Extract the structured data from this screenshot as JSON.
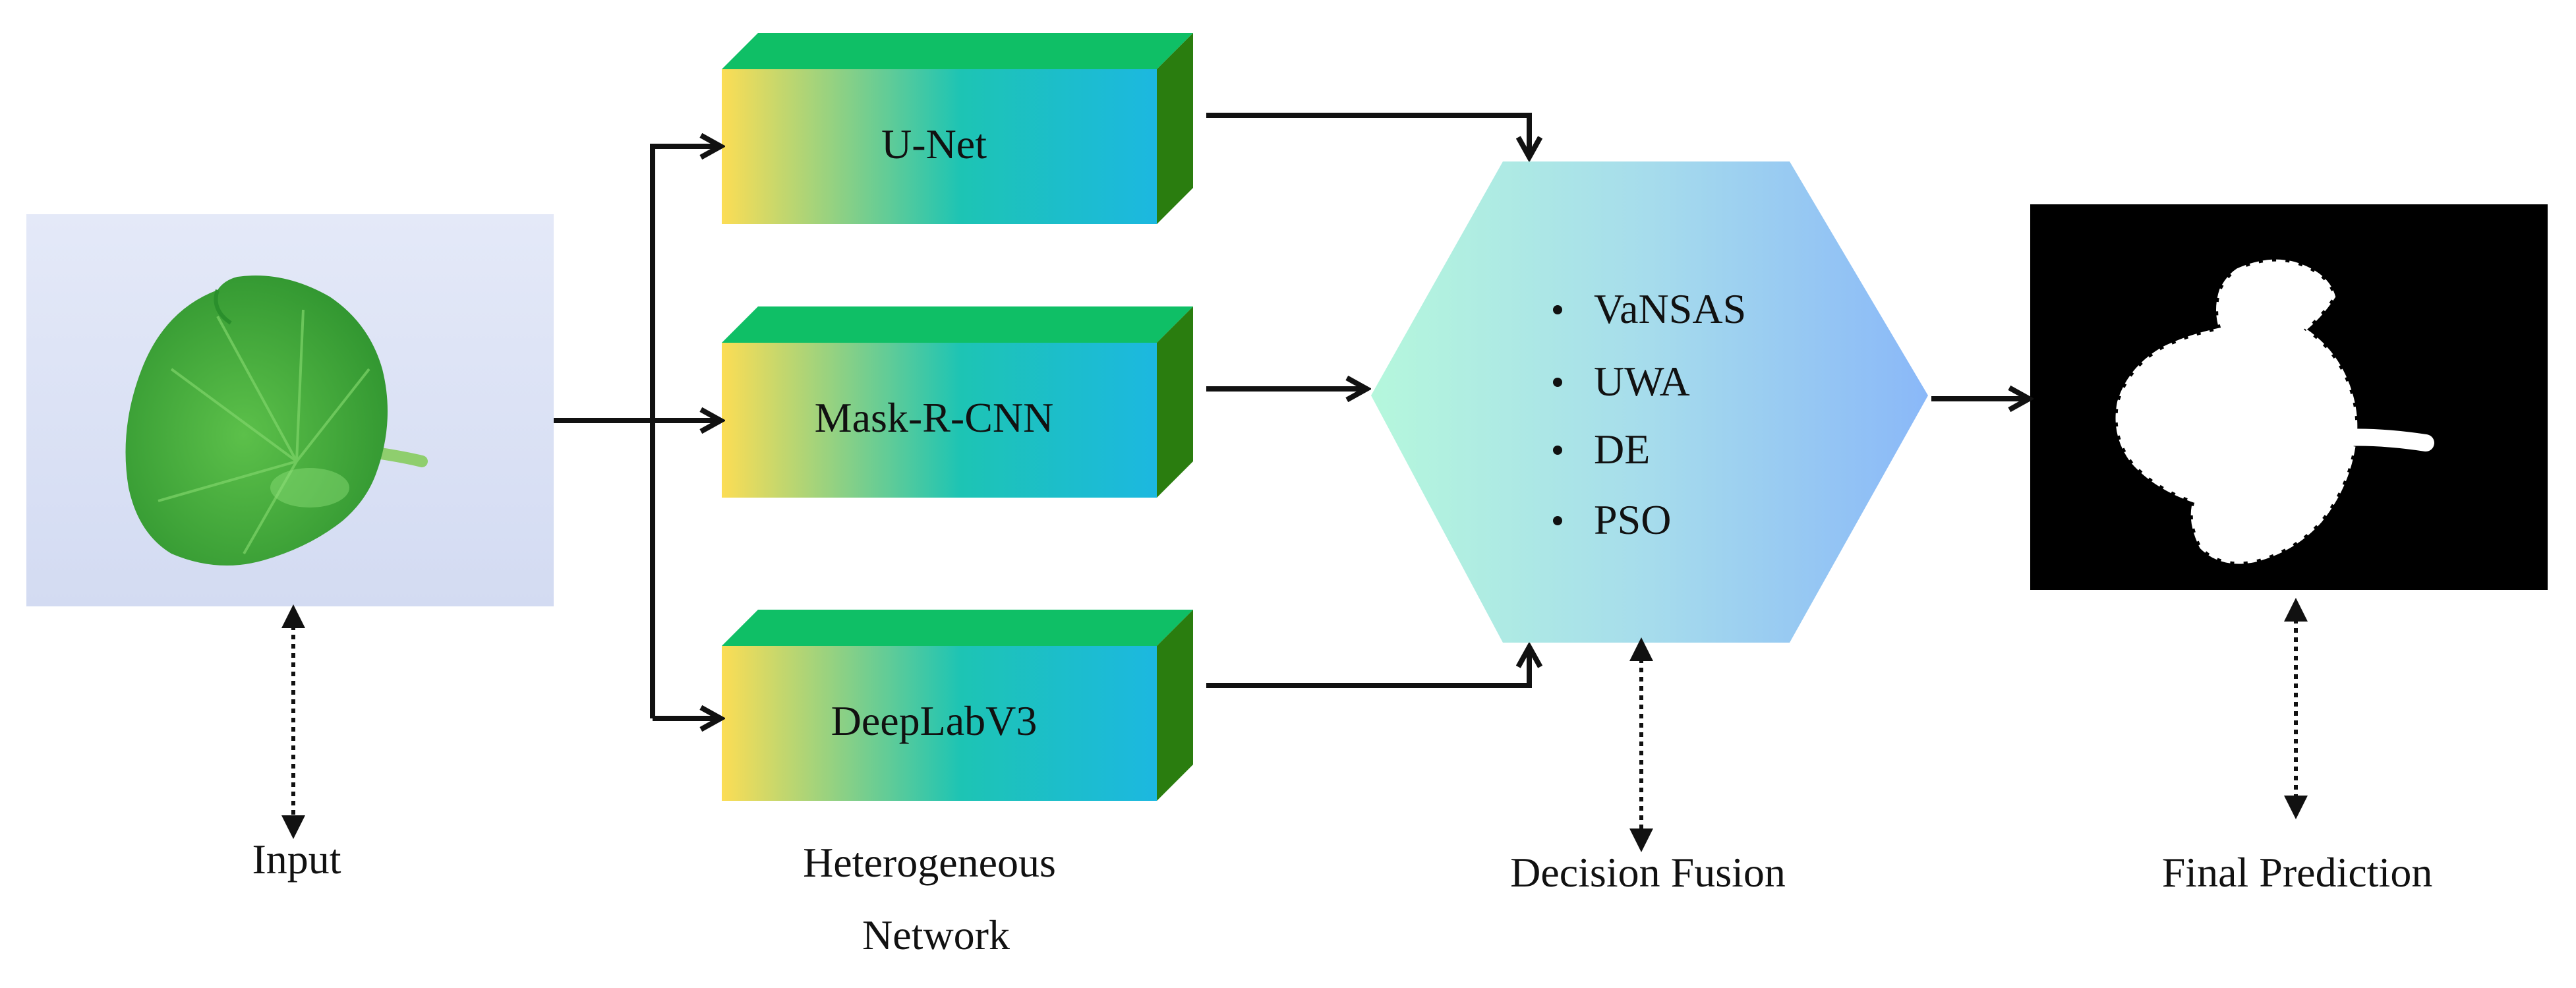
{
  "input": {
    "label": "Input"
  },
  "network": {
    "label_line1": "Heterogeneous",
    "label_line2": "Network",
    "models": [
      {
        "name": "U-Net"
      },
      {
        "name": "Mask-R-CNN"
      },
      {
        "name": "DeepLabV3"
      }
    ]
  },
  "fusion": {
    "label": "Decision Fusion",
    "methods": [
      "VaNSAS",
      "UWA",
      "DE",
      "PSO"
    ]
  },
  "output": {
    "label": "Final Prediction"
  },
  "colors": {
    "block_gradient_start": "#fcdd55",
    "block_gradient_mid": "#1dc4b4",
    "block_gradient_end": "#1cb8e0",
    "block_top": "#0fbf66",
    "block_side": "#2a7d0f",
    "hexagon_gradient_start": "#b5f7dc",
    "hexagon_gradient_end": "#8ab8f8",
    "input_background": "#dde3f6",
    "leaf_green": "#3aa53a",
    "mask_background": "#000000",
    "mask_foreground": "#ffffff",
    "arrow": "#111111"
  }
}
